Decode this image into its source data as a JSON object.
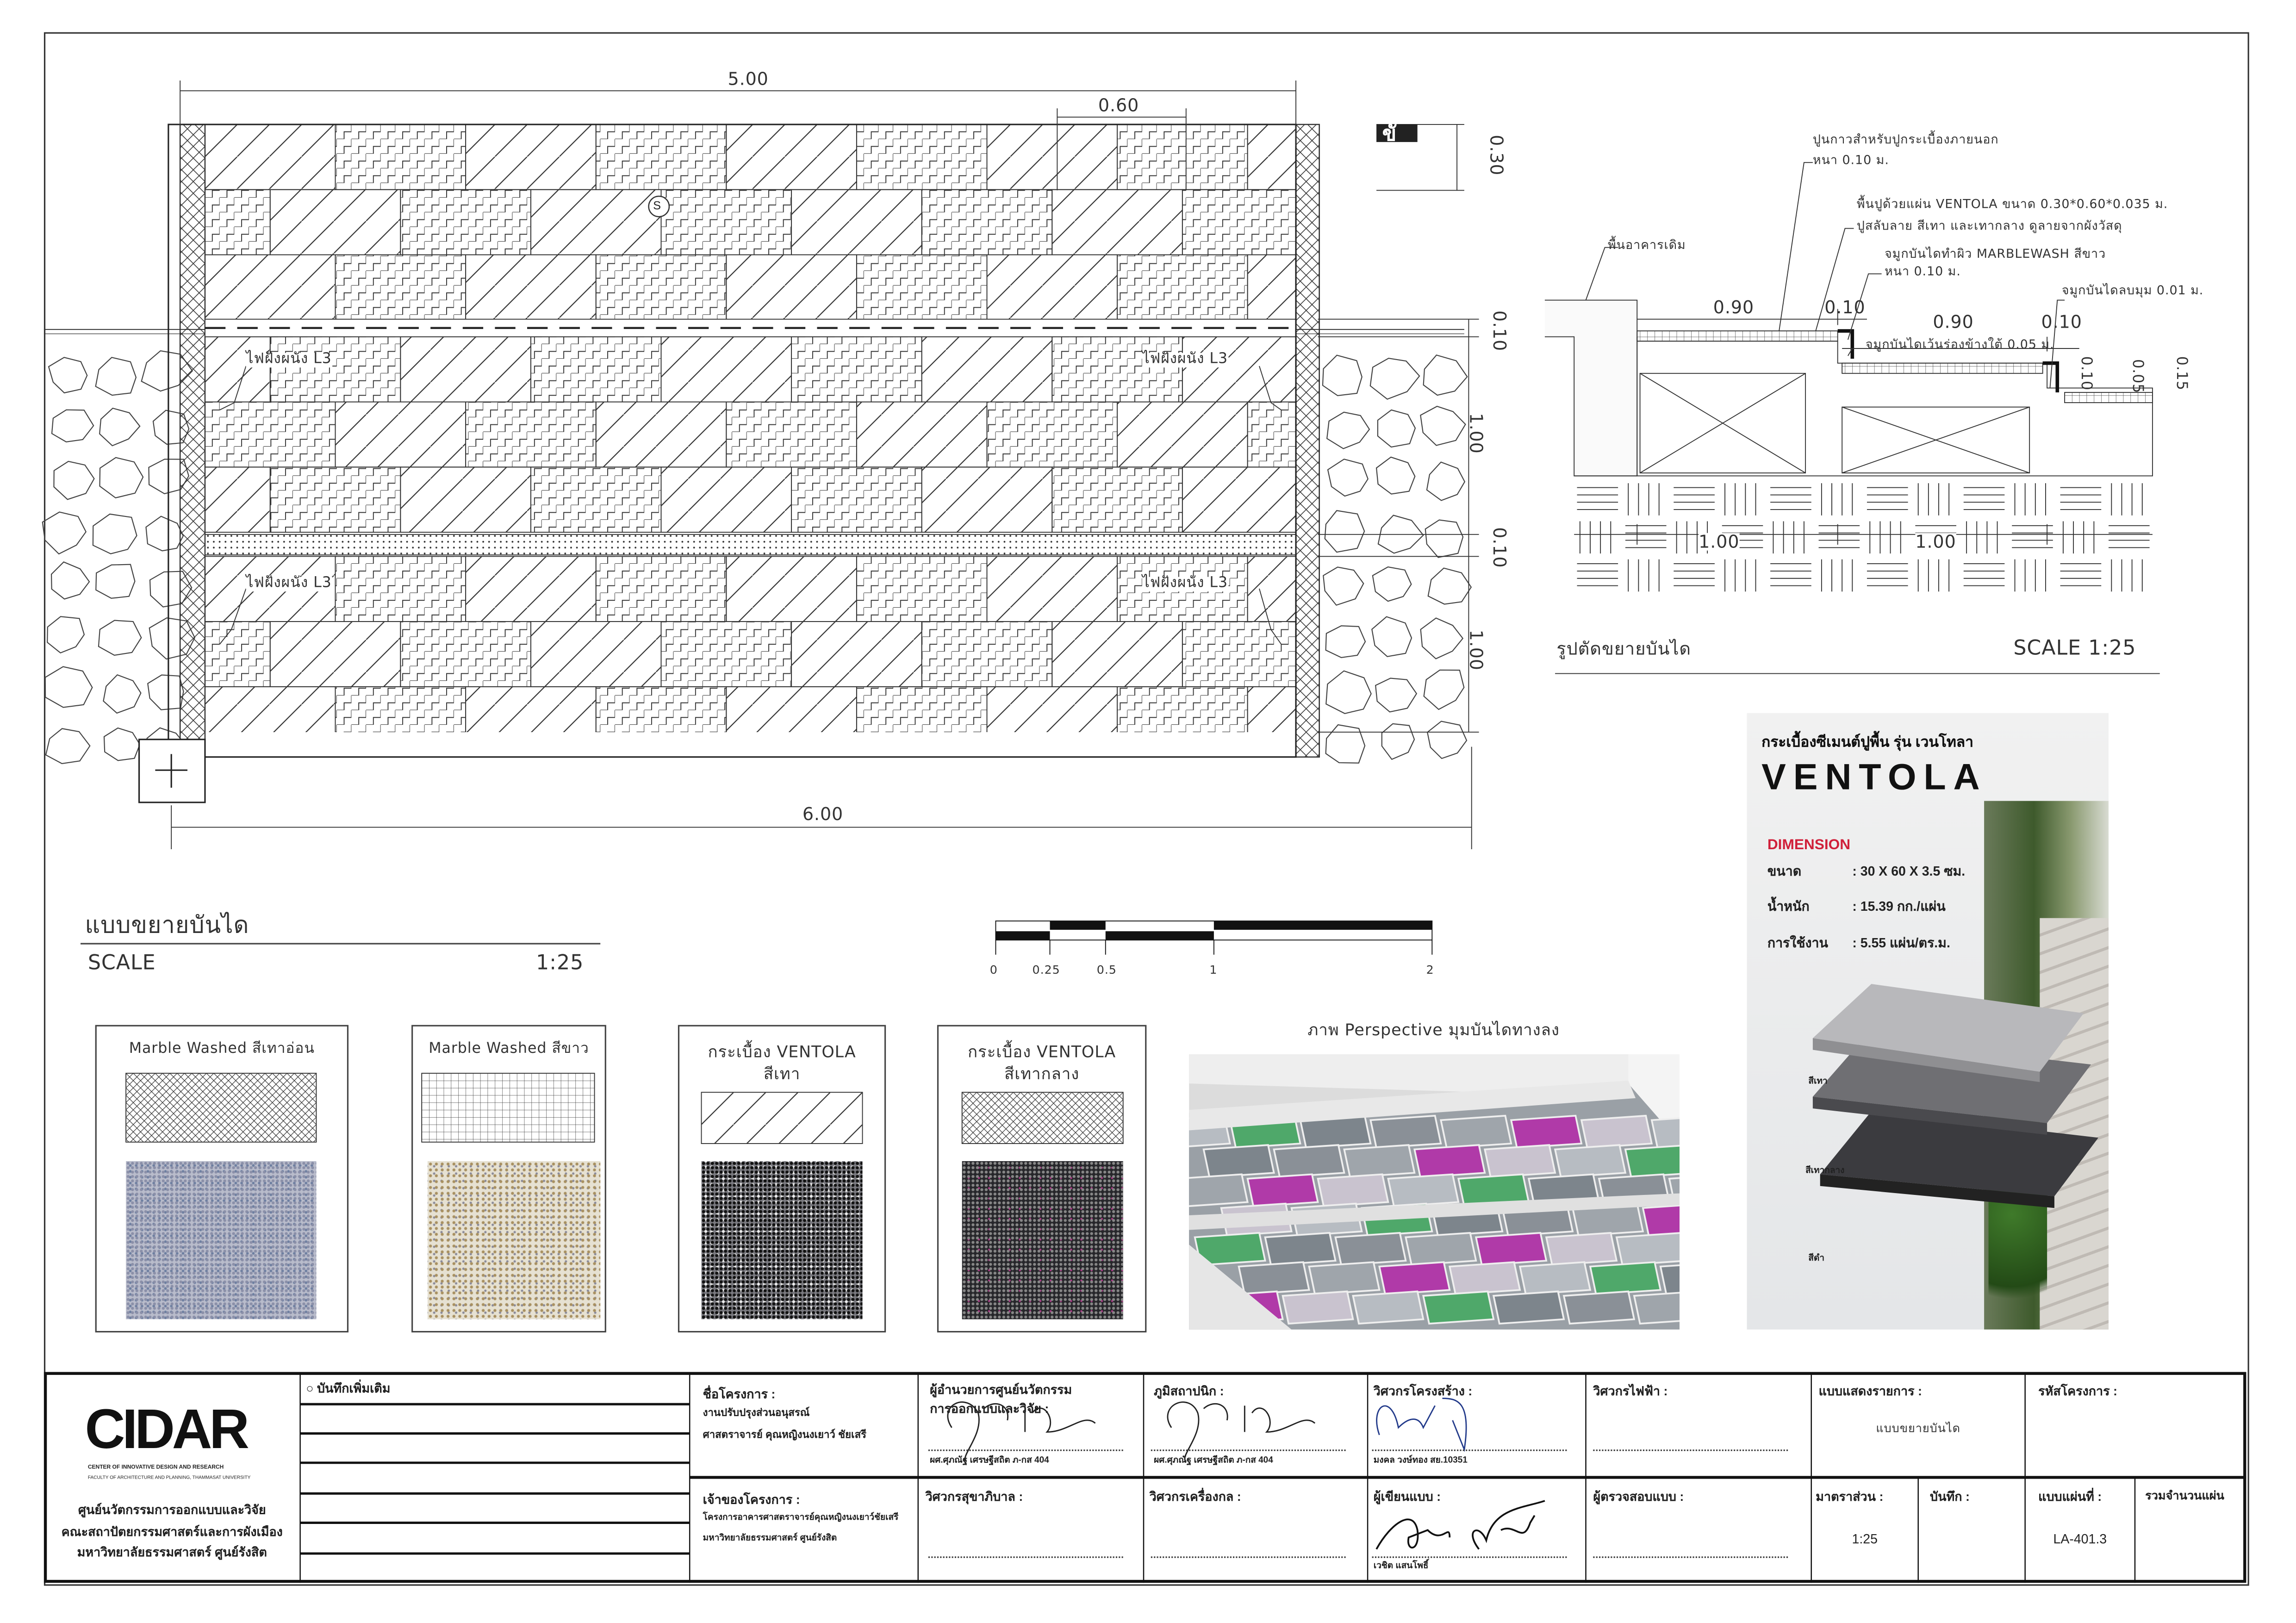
{
  "plan": {
    "title": "แบบขยายบันได",
    "scale_label": "SCALE",
    "scale_value": "1:25",
    "dims": {
      "top_width": "5.00",
      "tile_width": "0.60",
      "tile_height": "0.30",
      "nosing_1": "0.10",
      "tread_1": "1.00",
      "nosing_2": "0.10",
      "tread_2": "1.00",
      "overall_width": "6.00"
    },
    "light_labels": [
      "ไฟฝังผนัง L3",
      "ไฟฝังผนัง L3",
      "ไฟฝังผนัง L3",
      "ไฟฝังผนัง L3"
    ],
    "marker": "S",
    "partial_text": "ขั"
  },
  "section": {
    "title": "รูปตัดขยายบันได",
    "scale": "SCALE 1:25",
    "notes": {
      "adhesive_1": "ปูนกาวสำหรับปูกระเบื้องภายนอก",
      "adhesive_2": "หนา 0.10 ม.",
      "tile_1": "พื้นปูด้วยแผ่น VENTOLA ขนาด 0.30*0.60*0.035 ม.",
      "tile_2": "ปูสลับลาย สีเทา และเทากลาง ดูลายจากผังวัสดุ",
      "existing_floor": "พื้นอาคารเดิม",
      "nosing_1": "จมูกบันไดทำผิว MARBLEWASH สีขาว",
      "nosing_2": "หนา 0.10 ม.",
      "chamfer": "จมูกบันไดลบมุม 0.01 ม.",
      "groove": "จมูกบันไดเว้นร่องข้างใต้ 0.05 ม."
    },
    "dims": {
      "tread_a": "0.90",
      "nose_a": "0.10",
      "tread_b": "0.90",
      "nose_b": "0.10",
      "run_a": "1.00",
      "run_b": "1.00",
      "v1": "0.10",
      "v2": "0.05",
      "v3": "0.15"
    }
  },
  "scale_bar": {
    "ticks": [
      "0",
      "0.25",
      "0.5",
      "1",
      "2"
    ]
  },
  "materials": [
    {
      "title": "Marble Washed สีเทาอ่อน"
    },
    {
      "title": "Marble Washed สีขาว"
    },
    {
      "title": "กระเบื้อง VENTOLA",
      "subtitle": "สีเทา"
    },
    {
      "title": "กระเบื้อง VENTOLA",
      "subtitle": "สีเทากลาง"
    }
  ],
  "perspective": {
    "title": "ภาพ Perspective มุมบันไดทางลง"
  },
  "product": {
    "heading": "กระเบื้องซีเมนต์ปูพื้น รุ่น เวนโทลา",
    "name": "VENTOLA",
    "dimension_label": "DIMENSION",
    "specs": [
      {
        "label": "ขนาด",
        "value": ": 30 X 60 X 3.5 ซม."
      },
      {
        "label": "น้ำหนัก",
        "value": ": 15.39 กก./แผ่น"
      },
      {
        "label": "การใช้งาน",
        "value": ": 5.55 แผ่น/ตร.ม."
      }
    ],
    "colors": [
      "สีเทา",
      "สีเทากลาง",
      "สีดำ"
    ],
    "accent": "#d0203a"
  },
  "title_block": {
    "logo": "CIDAR",
    "logo_line1": "CENTER OF INNOVATIVE DESIGN AND RESEARCH",
    "logo_line2": "FACULTY OF ARCHITECTURE AND PLANNING, THAMMASAT UNIVERSITY",
    "org": [
      "ศูนย์นวัตกรรมการออกแบบและวิจัย",
      "คณะสถาปัตยกรรมศาสตร์และการผังเมือง",
      "มหาวิทยาลัยธรรมศาสตร์ ศูนย์รังสิต"
    ],
    "notes_label": "○ บันทึกเพิ่มเติม",
    "project_label": "ชื่อโครงการ :",
    "project_lines": [
      "งานปรับปรุงส่วนอนุสรณ์",
      "ศาสตราจารย์ คุณหญิงนงเยาว์ ชัยเสรี"
    ],
    "owner_label": "เจ้าของโครงการ :",
    "owner_lines": [
      "โครงการอาคารศาสตราจารย์คุณหญิงนงเยาว์ชัยเสรี",
      "มหาวิทยาลัยธรรมศาสตร์ ศูนย์รังสิต"
    ],
    "director_label_1": "ผู้อำนวยการศูนย์นวัตกรรม",
    "director_label_2": "การออกแบบและวิจัย :",
    "director_name": "ผศ.ศุภณัฐ เศรษฐีสถิต ภ-กส 404",
    "landscape_label": "ภูมิสถาปนิก :",
    "landscape_name": "ผศ.ศุภณัฐ เศรษฐีสถิต ภ-กส 404",
    "structural_label": "วิศวกรโครงสร้าง :",
    "structural_name": "มงคล วงษ์ทอง สย.10351",
    "electrical_label": "วิศวกรไฟฟ้า :",
    "sanitary_label": "วิศวกรสุขาภิบาล :",
    "mechanical_label": "วิศวกรเครื่องกล :",
    "drafter_label": "ผู้เขียนแบบ :",
    "drafter_name": "เวชิต แสนโพธิ์",
    "checker_label": "ผู้ตรวจสอบแบบ :",
    "drawing_label": "แบบแสดงรายการ :",
    "drawing_value": "แบบขยายบันได",
    "code_label": "รหัสโครงการ :",
    "scale_label": "มาตราส่วน :",
    "scale_value": "1:25",
    "note_label": "บันทึก :",
    "sheet_label": "แบบแผ่นที่ :",
    "sheet_value": "LA-401.3",
    "total_label": "รวมจำนวนแผ่น"
  }
}
